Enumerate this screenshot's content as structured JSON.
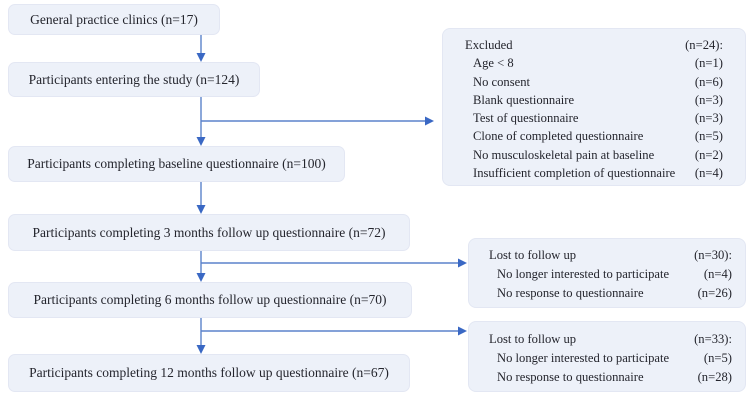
{
  "diagram": {
    "boxes": {
      "clinics": "General practice clinics (n=17)",
      "entering": "Participants entering the study (n=124)",
      "baseline": "Participants completing baseline questionnaire (n=100)",
      "followup3": "Participants completing 3 months follow up questionnaire (n=72)",
      "followup6": "Participants completing 6 months follow up questionnaire (n=70)",
      "followup12": "Participants completing 12 months follow up questionnaire (n=67)"
    },
    "excluded": {
      "rows": [
        {
          "label": "Excluded",
          "value": "(n=24):"
        },
        {
          "label": "Age < 8",
          "value": "(n=1)"
        },
        {
          "label": "No consent",
          "value": "(n=6)"
        },
        {
          "label": "Blank questionnaire",
          "value": "(n=3)"
        },
        {
          "label": "Test of questionnaire",
          "value": "(n=3)"
        },
        {
          "label": "Clone of completed questionnaire",
          "value": "(n=5)"
        },
        {
          "label": "No musculoskeletal pain at baseline",
          "value": "(n=2)"
        },
        {
          "label": "Insufficient completion of questionnaire",
          "value": "(n=4)"
        }
      ]
    },
    "lost_3_to_6": {
      "rows": [
        {
          "label": "Lost to follow up",
          "value": "(n=30):"
        },
        {
          "label": "No longer interested to participate",
          "value": "(n=4)"
        },
        {
          "label": "No response to questionnaire",
          "value": "(n=26)"
        }
      ]
    },
    "lost_6_to_12": {
      "rows": [
        {
          "label": "Lost to follow up",
          "value": "(n=33):"
        },
        {
          "label": "No longer interested to participate",
          "value": "(n=5)"
        },
        {
          "label": "No response to questionnaire",
          "value": "(n=28)"
        }
      ]
    },
    "colors": {
      "box_fill": "#edf1f9",
      "box_border": "#e3e7f3",
      "arrow_line": "#5b82cb",
      "arrow_head": "#3a68c4",
      "text": "#24252d"
    }
  }
}
